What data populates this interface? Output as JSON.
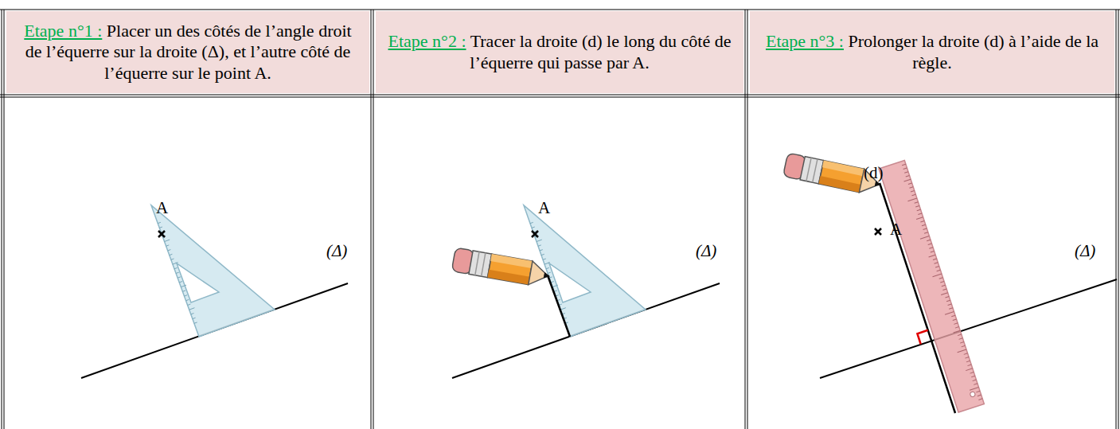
{
  "diagram": {
    "nodes": [
      {
        "text": [
          "Etape n°1 :",
          "Placer un des côtés de l’angle droit de l’équerre sur la droite (Δ), et l’autre côté de l’équerre sur le point A."
        ]
      },
      {
        "text": [
          "Etape n°2 :",
          "Tracer la droite (d) le long du côté de l’équerre qui passe par A."
        ]
      },
      {
        "text": [
          "Etape n°3 :",
          "Prolonger la droite (d) à l’aide de la règle."
        ]
      }
    ],
    "labels": [
      "A",
      "(Δ)",
      "A",
      "(Δ)",
      "(d)",
      "A",
      "(Δ)"
    ]
  }
}
